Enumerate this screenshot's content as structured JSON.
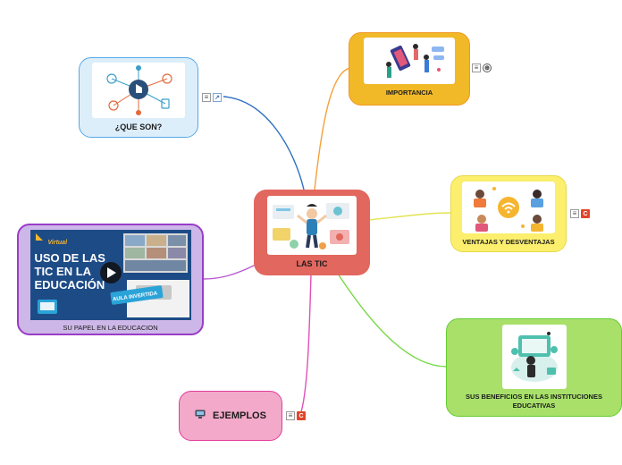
{
  "center": {
    "label": "LAS TIC"
  },
  "nodes": {
    "que_son": {
      "label": "¿QUE SON?"
    },
    "importancia": {
      "label": "IMPORTANCIA"
    },
    "ventajas": {
      "label": "VENTAJAS Y DESVENTAJAS"
    },
    "beneficios": {
      "label": "SUS BENEFICIOS EN LAS INSTITUCIONES EDUCATIVAS"
    },
    "papel": {
      "label": "SU PAPEL EN LA EDUCACION",
      "thumb_title_lines": [
        "USO DE LAS",
        "TIC EN LA",
        "EDUCACIÓN"
      ],
      "thumb_badge": "AULA INVERTIDA",
      "thumb_brand": "Virtual"
    },
    "ejemplos": {
      "label": "EJEMPLOS"
    }
  },
  "colors": {
    "center_fill": "#e2675e",
    "que_son_fill": "#ddeefb",
    "que_son_border": "#56a9e8",
    "importancia_fill": "#f1b928",
    "importancia_border": "#f09826",
    "ventajas_fill": "#fbef6d",
    "ventajas_border": "#e8d84a",
    "beneficios_fill": "#a8e06a",
    "beneficios_border": "#66cc33",
    "papel_fill": "#cdb7e8",
    "papel_border": "#9b3dc7",
    "ejemplos_fill": "#f3a9c9",
    "ejemplos_border": "#e33d9a",
    "line_que_son": "#2c6fc2",
    "line_importancia": "#f4a13a",
    "line_ventajas": "#e3e354",
    "line_beneficios": "#79d845",
    "line_papel": "#b95ad0",
    "line_ejemplos": "#e050b8"
  },
  "icons": {
    "notes": "notes-icon",
    "link": "link-icon",
    "attachment": "c-attachment-icon",
    "globe": "globe-icon"
  }
}
